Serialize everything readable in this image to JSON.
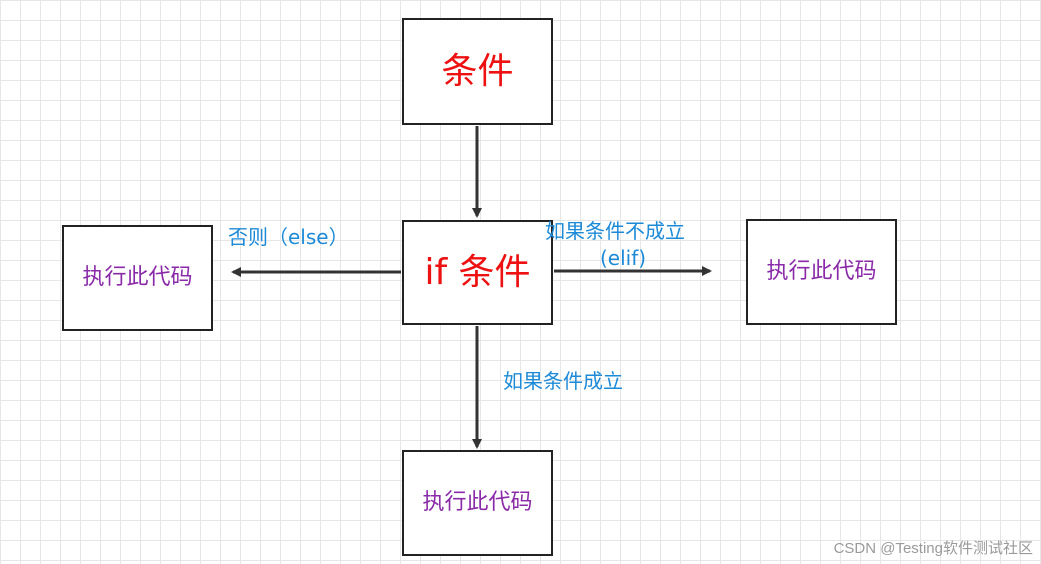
{
  "nodes": {
    "condition": "条件",
    "if_condition": "if 条件",
    "else_action": "执行此代码",
    "elif_action": "执行此代码",
    "true_action": "执行此代码"
  },
  "edges": {
    "else_label": "否则（else）",
    "elif_label_line1": "如果条件不成立",
    "elif_label_line2": "(elif)",
    "true_label": "如果条件成立"
  },
  "watermark": "CSDN @Testing软件测试社区",
  "colors": {
    "title_text": "#ee1111",
    "action_text": "#8a2aa8",
    "edge_label": "#1d8ad8",
    "box_border": "#222222",
    "arrow": "#333333",
    "grid": "#e6e6e6"
  }
}
